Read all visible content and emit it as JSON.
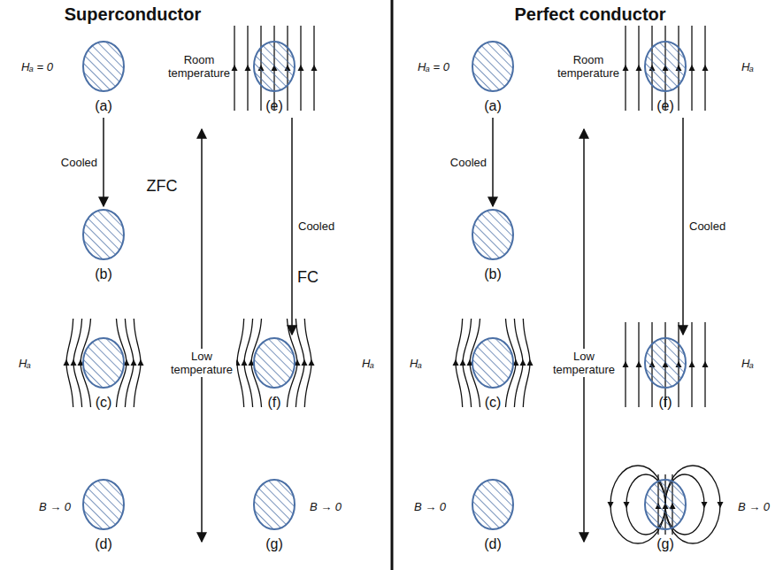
{
  "diagram": {
    "nodes": [
      {
        "text": [
          "(a)"
        ]
      },
      {
        "text": [
          "(b)"
        ]
      },
      {
        "text": [
          "(c)"
        ]
      },
      {
        "text": [
          "(d)"
        ]
      },
      {
        "text": [
          "(e)"
        ]
      },
      {
        "text": [
          "(f)"
        ]
      },
      {
        "text": [
          "(g)"
        ]
      },
      {
        "text": [
          "(a)"
        ]
      },
      {
        "text": [
          "(b)"
        ]
      },
      {
        "text": [
          "(c)"
        ]
      },
      {
        "text": [
          "(d)"
        ]
      },
      {
        "text": [
          "(e)"
        ]
      },
      {
        "text": [
          "(f)"
        ]
      },
      {
        "text": [
          "(g)"
        ]
      }
    ],
    "edges": [
      {
        "from": 0,
        "to": 1,
        "arrow": "to",
        "label": "Cooled"
      },
      {
        "from": 4,
        "to": 5,
        "arrow": "to",
        "label": "Cooled"
      },
      {
        "from": 7,
        "to": 8,
        "arrow": "to",
        "label": "Cooled"
      },
      {
        "from": 11,
        "to": 12,
        "arrow": "to",
        "label": "Cooled"
      }
    ],
    "labels": [
      "Superconductor",
      "Hₐ = 0",
      "Room temperature",
      "ZFC",
      "FC",
      "Hₐ",
      "Low temperature",
      "Hₐ",
      "B → 0",
      "B → 0",
      "Perfect conductor",
      "Hₐ = 0",
      "Room temperature",
      "Hₐ",
      "Low temperature",
      "Hₐ",
      "Hₐ",
      "B → 0",
      "B → 0"
    ]
  }
}
